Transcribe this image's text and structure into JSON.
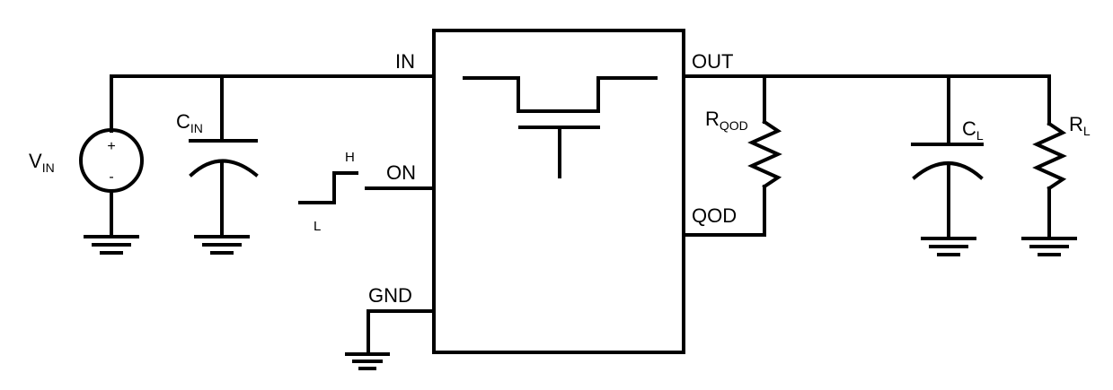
{
  "pins": {
    "in": "IN",
    "on": "ON",
    "gnd": "GND",
    "out": "OUT",
    "qod": "QOD"
  },
  "source": {
    "name": "V",
    "subscript": "IN",
    "plus": "+",
    "minus": "-"
  },
  "components": {
    "cin": {
      "name": "C",
      "subscript": "IN"
    },
    "rqod": {
      "name": "R",
      "subscript": "QOD"
    },
    "cl": {
      "name": "C",
      "subscript": "L"
    },
    "rl": {
      "name": "R",
      "subscript": "L"
    }
  },
  "on_signal": {
    "high": "H",
    "low": "L"
  }
}
